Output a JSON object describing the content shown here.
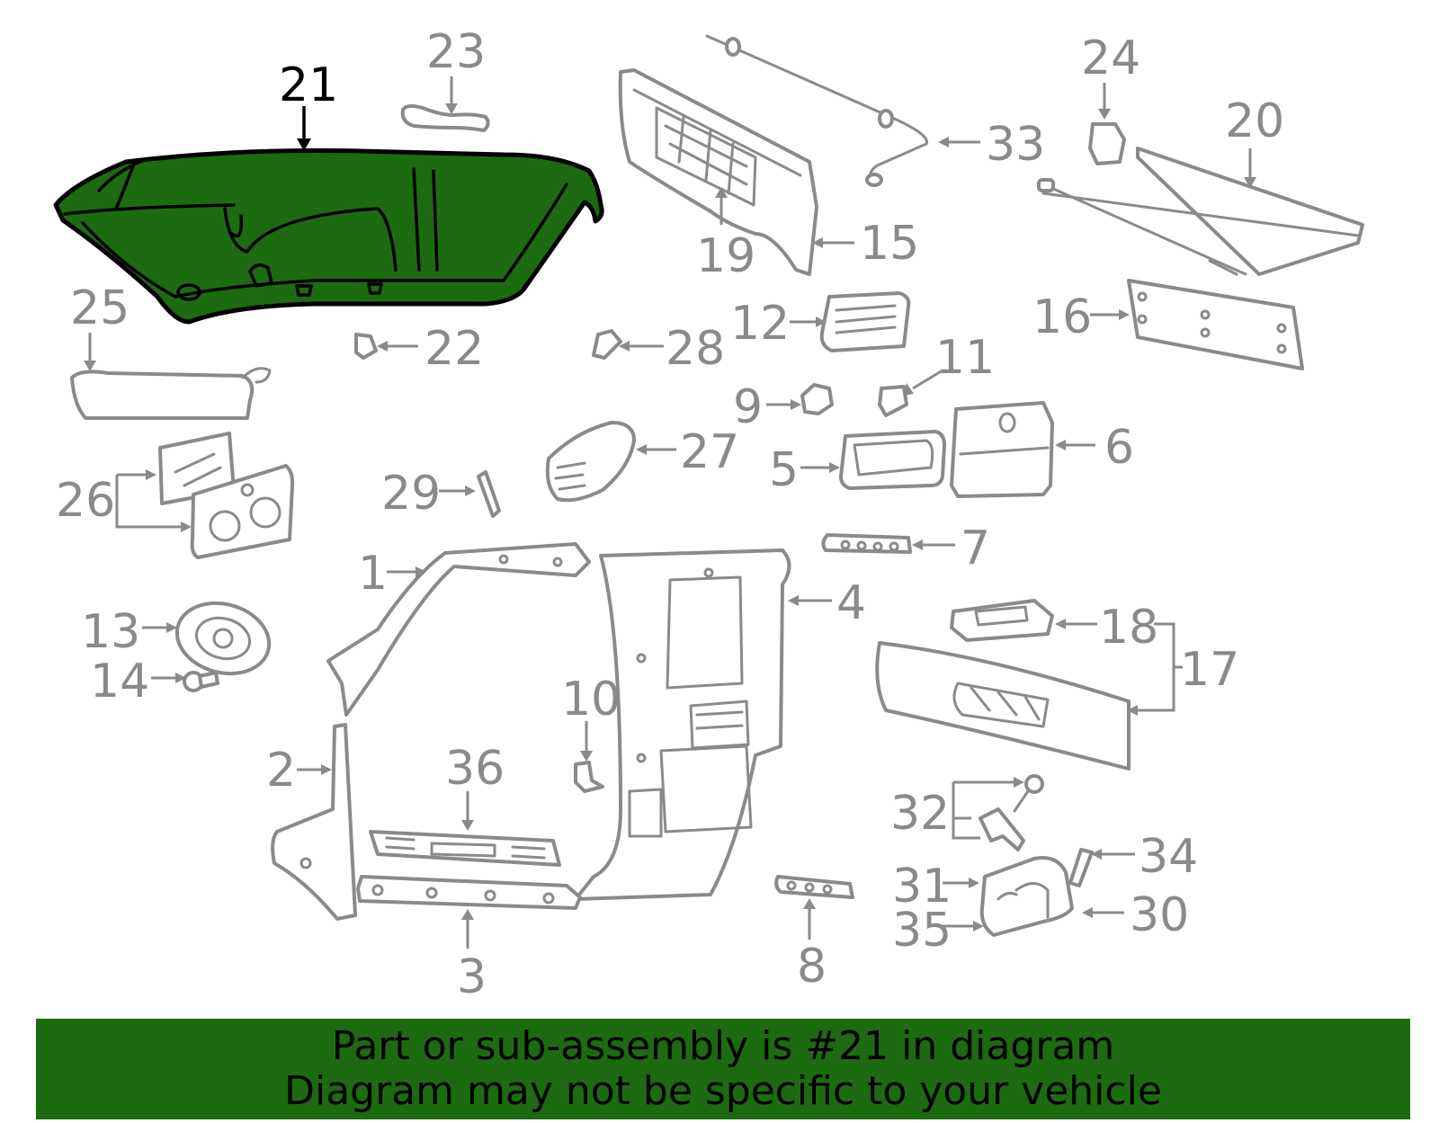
{
  "diagram": {
    "highlighted_part": "21",
    "highlight_color": "#1d6b10",
    "line_color": "#8a8a8a",
    "callouts": {
      "c1": "1",
      "c2": "2",
      "c3": "3",
      "c4": "4",
      "c5": "5",
      "c6": "6",
      "c7": "7",
      "c8": "8",
      "c9": "9",
      "c10": "10",
      "c11": "11",
      "c12": "12",
      "c13": "13",
      "c14": "14",
      "c15": "15",
      "c16": "16",
      "c17": "17",
      "c18": "18",
      "c19": "19",
      "c20": "20",
      "c21": "21",
      "c22": "22",
      "c23": "23",
      "c24": "24",
      "c25": "25",
      "c26": "26",
      "c27": "27",
      "c28": "28",
      "c29": "29",
      "c30": "30",
      "c31": "31",
      "c32": "32",
      "c33": "33",
      "c34": "34",
      "c35": "35",
      "c36": "36"
    }
  },
  "caption": {
    "line1": "Part or sub-assembly is #21 in diagram",
    "line2": "Diagram may not be specific to your vehicle"
  }
}
